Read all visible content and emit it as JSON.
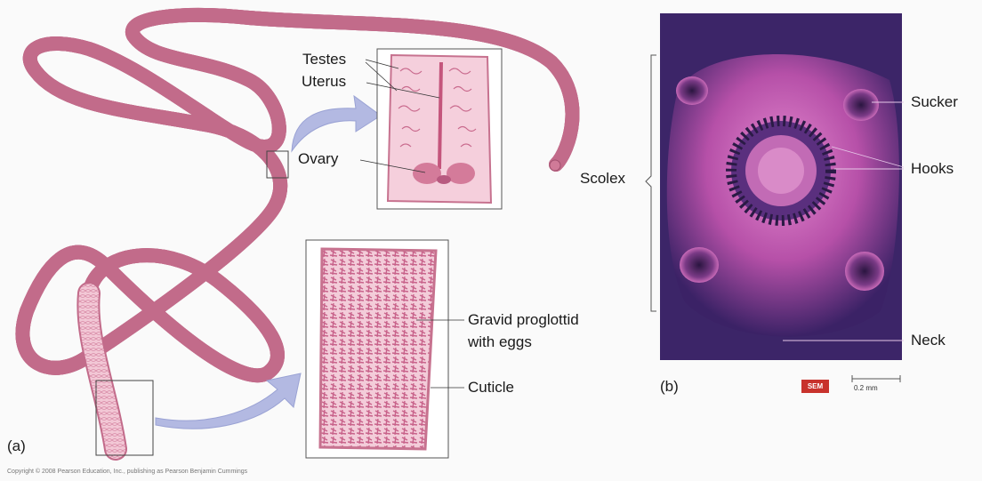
{
  "labels": {
    "testes": "Testes",
    "uterus": "Uterus",
    "ovary": "Ovary",
    "gravid_line1": "Gravid proglottid",
    "gravid_line2": "with eggs",
    "cuticle": "Cuticle",
    "scolex": "Scolex",
    "sucker": "Sucker",
    "hooks": "Hooks",
    "neck": "Neck",
    "panel_a": "(a)",
    "panel_b": "(b)"
  },
  "micrograph": {
    "badge": "SEM",
    "scale_bar": "0.2 mm"
  },
  "colors": {
    "worm_body": "#e49bb4",
    "worm_edge": "#c26b8a",
    "segment_fill": "#f0c2d0",
    "arrow": "#b8bde0",
    "sem_background": "#4a2a73",
    "sem_tissue": "#d06cb8"
  },
  "copyright": "Copyright © 2008 Pearson Education, Inc., publishing as Pearson Benjamin Cummings"
}
